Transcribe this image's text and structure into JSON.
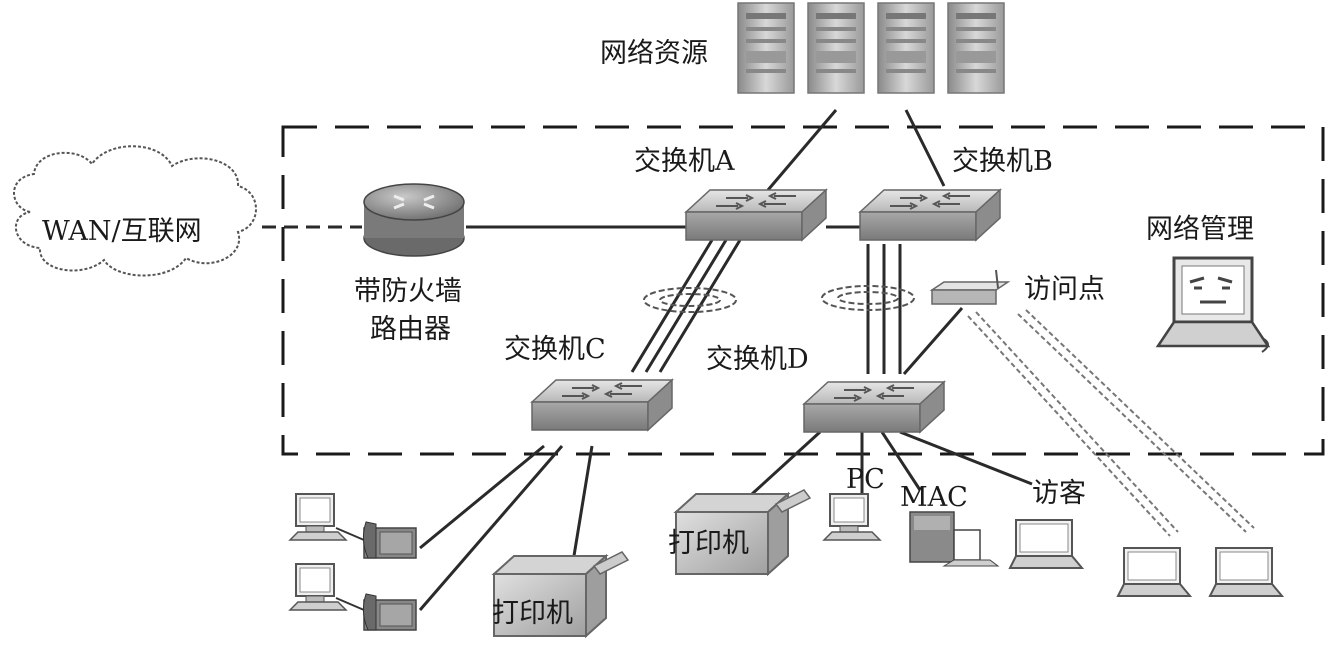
{
  "labels": {
    "resources": "网络资源",
    "switch_a": "交换机A",
    "switch_b": "交换机B",
    "switch_c": "交换机C",
    "switch_d": "交换机D",
    "wan": "WAN/互联网",
    "router_line1": "带防火墙",
    "router_line2": "路由器",
    "access_point": "访问点",
    "management": "网络管理",
    "pc": "PC",
    "mac": "MAC",
    "guest": "访客",
    "printer_left": "打印机",
    "printer_mid": "打印机"
  }
}
